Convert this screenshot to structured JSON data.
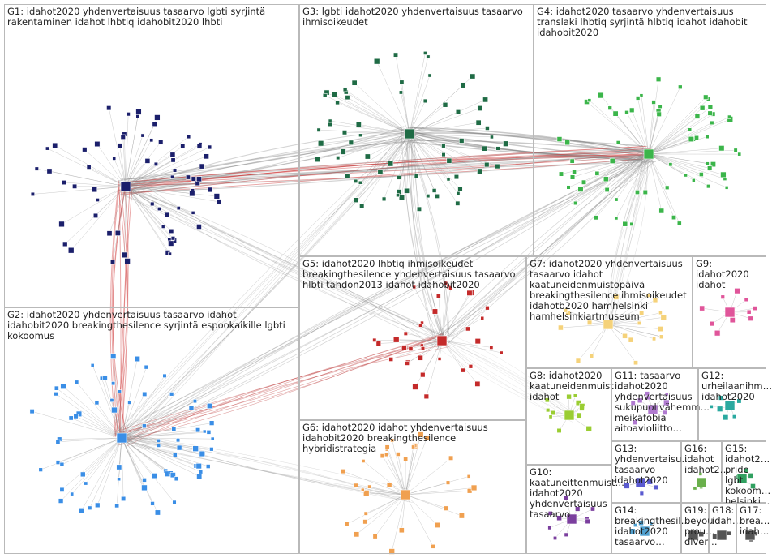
{
  "graph": {
    "groups": [
      {
        "id": "G1",
        "label": "G1: idahot2020 yhdenvertaisuus tasaarvo lgbti syrjintä rakentaminen idahot lhbtiq idahobit2020 lhbti",
        "color": "#1b1f6b"
      },
      {
        "id": "G2",
        "label": "G2: idahot2020 yhdenvertaisuus tasaarvo idahot idahobit2020 breakingthesilence syrjintä espookaikille lgbti kokoomus",
        "color": "#3a8ee6"
      },
      {
        "id": "G3",
        "label": "G3: lgbti idahot2020 yhdenvertaisuus tasaarvo ihmisoikeudet",
        "color": "#1f6b45"
      },
      {
        "id": "G4",
        "label": "G4: idahot2020 tasaarvo yhdenvertaisuus translaki lhbtiq syrjintä hlbtiq idahot idahobit idahobit2020",
        "color": "#3bb54a"
      },
      {
        "id": "G5",
        "label": "G5: idahot2020 lhbtiq ihmisoikeudet breakingthesilence yhdenvertaisuus tasaarvo hlbti tahdon2013 idahot idahobit2020",
        "color": "#c42a2a"
      },
      {
        "id": "G6",
        "label": "G6: idahot2020 idahot yhdenvertaisuus idahobit2020 breakingthesilence hybridistrategia",
        "color": "#f0a050"
      },
      {
        "id": "G7",
        "label": "G7: idahot2020 yhdenvertaisuus tasaarvo idahot kaatuneidenmuistopäivä breakingthesilence ihmisoikeudet idahotb2020 hamhelsinki hamhelsinkiartmuseum",
        "color": "#f5d27a"
      },
      {
        "id": "G8",
        "label": "G8: idahot2020 kaatuneidenmuist… idahot",
        "color": "#9acd32"
      },
      {
        "id": "G9",
        "label": "G9: idahot2020 idahot",
        "color": "#e0559a"
      },
      {
        "id": "G10",
        "label": "G10: kaatuneittenmuist… idahot2020 yhdenvertaisuus tasaarvo",
        "color": "#7b3f9e"
      },
      {
        "id": "G11",
        "label": "G11: tasaarvo idahot2020 yhdenvertaisuus sukupuolivähemm… meikäfobia aitoavioliitto…",
        "color": "#b07ad0"
      },
      {
        "id": "G12",
        "label": "G12: urheilaanihm… idahot2020",
        "color": "#2aa9a0"
      },
      {
        "id": "G13",
        "label": "G13: yhdenvertaisu… tasaarvo idahot2020",
        "color": "#5a5ad0"
      },
      {
        "id": "G14",
        "label": "G14: breakingthesil… idahot2020 tasaarvo…",
        "color": "#4fa0d0"
      },
      {
        "id": "G15",
        "label": "G15: idahot2… pride lgbt kokoom… helsinki…",
        "color": "#30a060"
      },
      {
        "id": "G16",
        "label": "G16: idahot idahot2…",
        "color": "#6ab04c"
      },
      {
        "id": "G17",
        "label": "G17: brea… idah…",
        "color": "#555555"
      },
      {
        "id": "G18",
        "label": "G18: idah…",
        "color": "#555555"
      },
      {
        "id": "G19",
        "label": "G19: beyou prou… diver…",
        "color": "#555555"
      }
    ]
  }
}
